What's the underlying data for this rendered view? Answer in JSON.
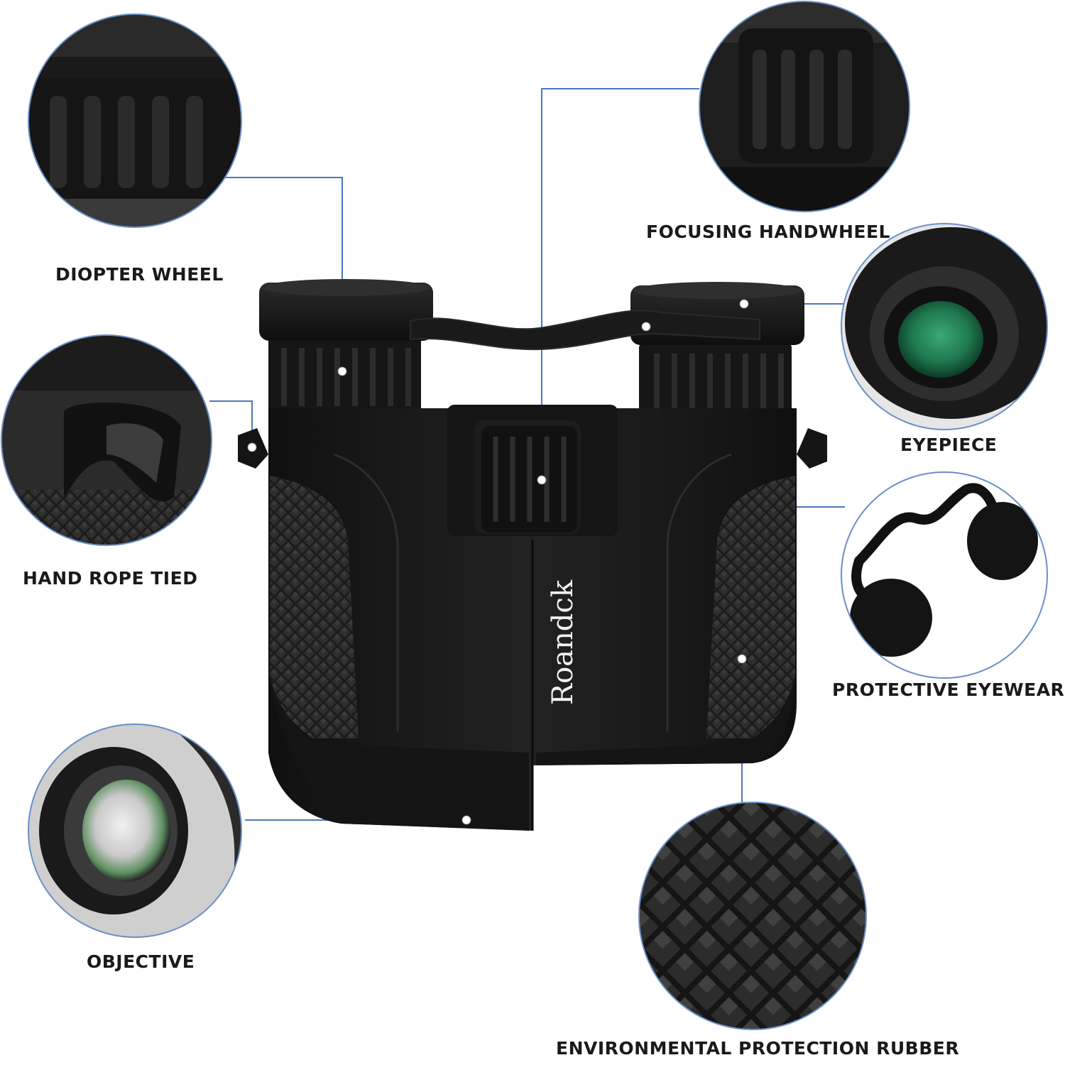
{
  "brand": "Roandck",
  "callouts": {
    "diopter_wheel": "DIOPTER WHEEL",
    "hand_rope_tied": "HAND ROPE TIED",
    "objective": "OBJECTIVE",
    "focusing_handwheel": "FOCUSING HANDWHEEL",
    "eyepiece": "EYEPIECE",
    "protective_eyewear": "PROTECTIVE EYEWEAR",
    "environmental_protection_rubber": "ENVIRONMENTAL PROTECTION RUBBER"
  },
  "colors": {
    "callout_line": "#4a78b8",
    "body": "#1b1b1b",
    "lens_coating": "#1f7a4f",
    "label_text": "#1a1a1a"
  }
}
